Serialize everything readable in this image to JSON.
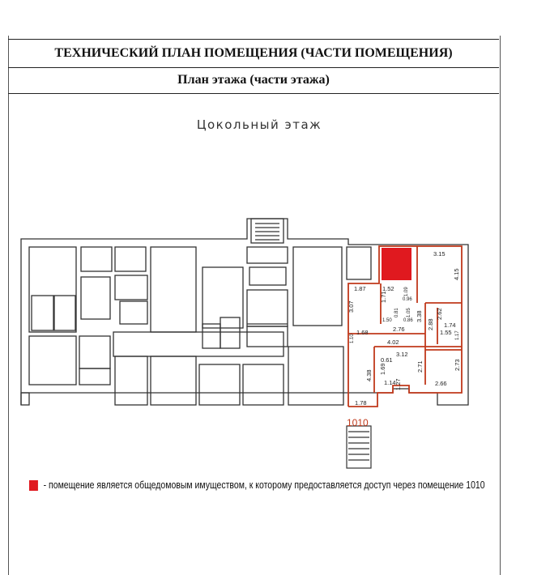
{
  "header": {
    "title": "ТЕХНИЧЕСКИЙ ПЛАН ПОМЕЩЕНИЯ (ЧАСТИ ПОМЕЩЕНИЯ)",
    "subtitle": "План этажа (части этажа)"
  },
  "floor": {
    "label": "Цокольный этаж"
  },
  "plan": {
    "room_number": "1010",
    "dimensions": [
      "3.15",
      "4.15",
      "1.87",
      "1.52",
      "3.07",
      "1.71",
      "0.96",
      "1.09",
      "1.50",
      "0.81",
      "1.05",
      "0.86",
      "3.38",
      "2.88",
      "2.62",
      "1.74",
      "1.55",
      "1.17",
      "1.68",
      "1.10",
      "2.76",
      "4.02",
      "3.12",
      "0.61",
      "1.69",
      "1.27",
      "2.71",
      "2.73",
      "4.38",
      "1.14",
      "2.66",
      "1.78"
    ]
  },
  "legend": {
    "text": "- помещение является общедомовым имуществом, к которому предоставляется доступ через помещение 1010",
    "color": "#e0191f"
  },
  "colors": {
    "highlight": "#e0191f",
    "outline": "#c0391b",
    "walls": "#333333"
  }
}
